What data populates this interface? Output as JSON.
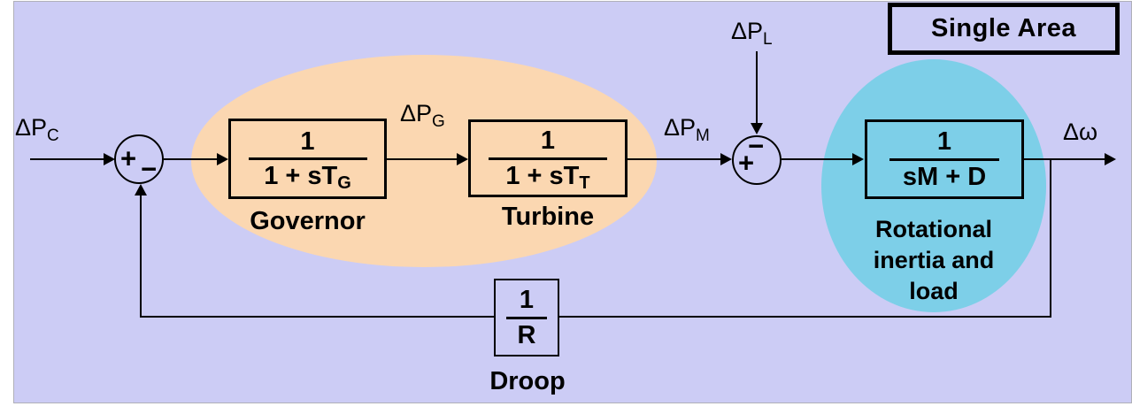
{
  "title": "Single Area",
  "colors": {
    "panel_background": "#ccccf5",
    "process_ellipse": "#fbd7b1",
    "inertia_ellipse": "#7dcfe8",
    "line": "#000000"
  },
  "signals": {
    "input": {
      "base": "ΔP",
      "sub": "C"
    },
    "governor_out": {
      "base": "ΔP",
      "sub": "G"
    },
    "mechanical": {
      "base": "ΔP",
      "sub": "M"
    },
    "load": {
      "base": "ΔP",
      "sub": "L"
    },
    "output": {
      "base": "Δω",
      "sub": ""
    }
  },
  "sums": {
    "sum1": {
      "plus": "+",
      "minus": "−"
    },
    "sum2": {
      "plus": "+",
      "minus": "−"
    }
  },
  "blocks": {
    "governor": {
      "num": "1",
      "den": "1 + sT",
      "den_sub": "G",
      "caption": "Governor"
    },
    "turbine": {
      "num": "1",
      "den": "1 + sT",
      "den_sub": "T",
      "caption": "Turbine"
    },
    "inertia": {
      "num": "1",
      "den": "sM + D",
      "den_sub": "",
      "caption_line1": "Rotational",
      "caption_line2": "inertia and",
      "caption_line3": "load"
    },
    "droop": {
      "num": "1",
      "den": "R",
      "den_sub": "",
      "caption": "Droop"
    }
  }
}
